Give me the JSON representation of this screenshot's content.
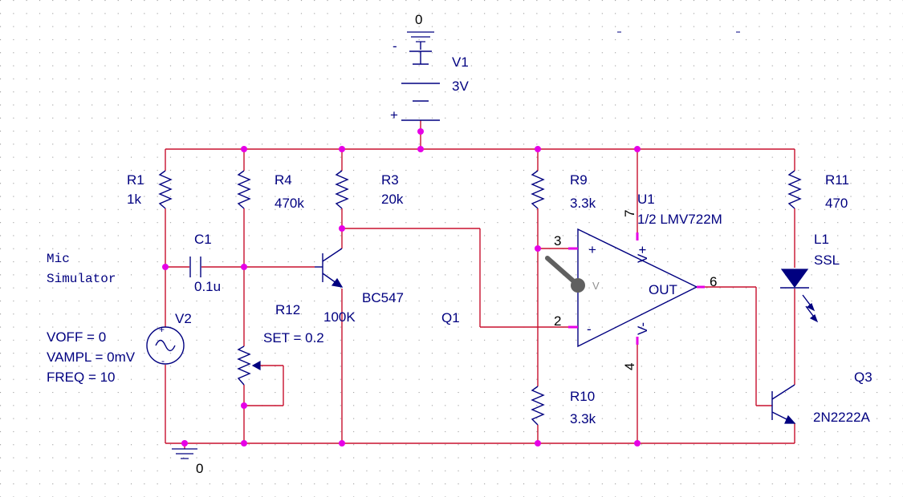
{
  "top_ground": {
    "node": "0"
  },
  "bottom_ground": {
    "node": "0"
  },
  "V1": {
    "name": "V1",
    "value": "3V",
    "minus": "-",
    "plus": "+"
  },
  "R1": {
    "name": "R1",
    "value": "1k"
  },
  "R4": {
    "name": "R4",
    "value": "470k"
  },
  "R3": {
    "name": "R3",
    "value": "20k"
  },
  "R9": {
    "name": "R9",
    "value": "3.3k"
  },
  "R10": {
    "name": "R10",
    "value": "3.3k"
  },
  "R11": {
    "name": "R11",
    "value": "470"
  },
  "R12": {
    "name": "R12",
    "value": "100K",
    "set": "SET = 0.2"
  },
  "C1": {
    "name": "C1",
    "value": "0.1u"
  },
  "Q1": {
    "name": "Q1",
    "model": "BC547"
  },
  "Q3": {
    "name": "Q3",
    "model": "2N2222A"
  },
  "L1": {
    "name": "L1",
    "model": "SSL"
  },
  "U1": {
    "name": "U1",
    "model": "1/2 LMV722M",
    "pin_plus": "3",
    "pin_minus": "2",
    "pin_out": "6",
    "pin_vpos": "7",
    "pin_vneg": "4",
    "label_out": "OUT",
    "label_vpos": "V+",
    "label_vneg": "V-",
    "plus_sign": "+",
    "minus_sign": "-"
  },
  "V2": {
    "name": "V2",
    "title_line1": "Mic",
    "title_line2": "Simulator",
    "voff": "VOFF = 0",
    "vampl": "VAMPL = 0mV",
    "freq": "FREQ = 10"
  },
  "probe": {
    "label": "V"
  },
  "colors": {
    "wire": "#c8102e",
    "part": "#000080",
    "node": "#e600e6",
    "background": "#ffffff",
    "probe": "#606060"
  }
}
